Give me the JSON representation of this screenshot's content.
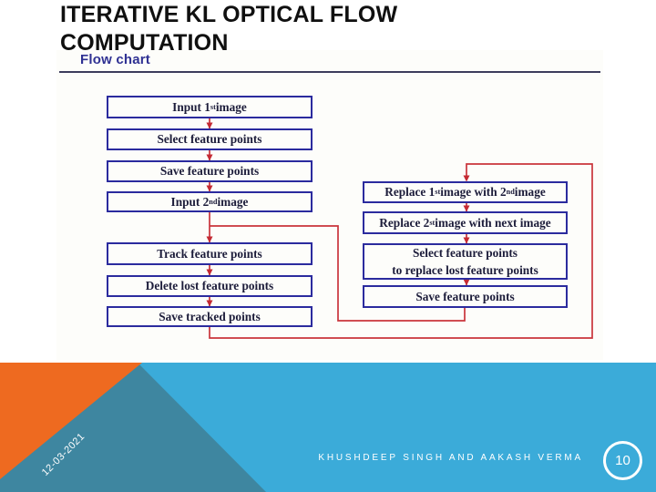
{
  "slide": {
    "title": "ITERATIVE KL OPTICAL FLOW COMPUTATION",
    "footer": {
      "date": "12-03-2021",
      "authors": "KHUSHDEEP SINGH AND AAKASH VERMA",
      "page_number": "10"
    }
  },
  "flowchart": {
    "heading": "Flow chart",
    "left_column": [
      "Input 1^st^ image",
      "Select feature points",
      "Save feature points",
      "Input 2^nd^ image",
      "Track feature points",
      "Delete lost feature points",
      "Save tracked points"
    ],
    "right_column": [
      "Replace 1^st^ image with 2^nd^ image",
      "Replace 2^st^ image with next image",
      "Select feature points\nto replace lost feature points",
      "Save feature points"
    ],
    "edges": [
      {
        "from": "Input 1st image",
        "to": "Select feature points"
      },
      {
        "from": "Select feature points",
        "to": "Save feature points"
      },
      {
        "from": "Save feature points",
        "to": "Input 2nd image"
      },
      {
        "from": "Input 2nd image",
        "to": "Track feature points"
      },
      {
        "from": "Track feature points",
        "to": "Delete lost feature points"
      },
      {
        "from": "Delete lost feature points",
        "to": "Save tracked points"
      },
      {
        "from": "Save tracked points",
        "to": "Replace 1st image with 2nd image"
      },
      {
        "from": "Replace 1st image with 2nd image",
        "to": "Replace 2st image with next image"
      },
      {
        "from": "Replace 2st image with next image",
        "to": "Select feature points to replace lost feature points"
      },
      {
        "from": "Select feature points to replace lost feature points",
        "to": "Save feature points (right)"
      },
      {
        "from": "Save feature points (right)",
        "to": "Track feature points"
      }
    ]
  },
  "colors": {
    "accent_orange": "#ee6a20",
    "accent_teal": "#3e86a0",
    "accent_light_blue": "#3babd9",
    "node_border_blue": "#2b2b9e",
    "connector_red": "#c9343b",
    "heading_navy": "#2f3193"
  }
}
